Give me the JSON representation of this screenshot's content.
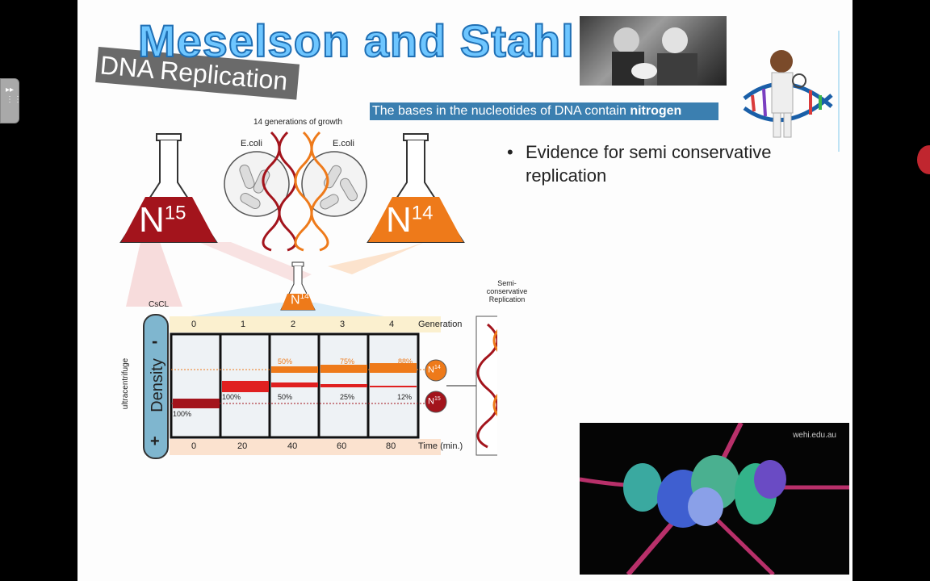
{
  "sidebar": {
    "tab_icon": "fast-forward-icon"
  },
  "slide": {
    "title": "Meselson and Stahl",
    "subtitle": "DNA Replication",
    "highlight_prefix": "The bases in the nucleotides of DNA contain ",
    "highlight_bold": "nitrogen",
    "bullet": "Evidence for semi conservative replication"
  },
  "diagram": {
    "growth_label": "14 generations of growth",
    "ecoli_left": "E.coli",
    "ecoli_right": "E.coli",
    "flask_left": "N",
    "flask_left_sup": "15",
    "flask_right": "N",
    "flask_right_sup": "14",
    "flask_small": "N",
    "flask_small_sup": "14",
    "cscl": "CsCL",
    "ultracentrifuge": "ultracentrifuge",
    "density": "Density",
    "minus": "-",
    "plus": "+",
    "generation_label": "Generation",
    "generations": [
      "0",
      "1",
      "2",
      "3",
      "4"
    ],
    "time_label": "Time (min.)",
    "times": [
      "0",
      "20",
      "40",
      "60",
      "80"
    ],
    "n15_percent": [
      "100%",
      "100%",
      "50%",
      "25%",
      "12%"
    ],
    "n14_percent": [
      "50%",
      "75%",
      "88%"
    ],
    "legend_n14": "N",
    "legend_n14_sup": "14",
    "legend_n15": "N",
    "legend_n15_sup": "15",
    "semi_label_1": "Semi-",
    "semi_label_2": "conservative",
    "semi_label_3": "Replication"
  },
  "video": {
    "watermark": "wehi.edu.au"
  },
  "colors": {
    "n15": "#a3141c",
    "n14": "#ee7a1a",
    "title_fill": "#6ec6ff",
    "highlight_bg": "#3b7fb0"
  }
}
